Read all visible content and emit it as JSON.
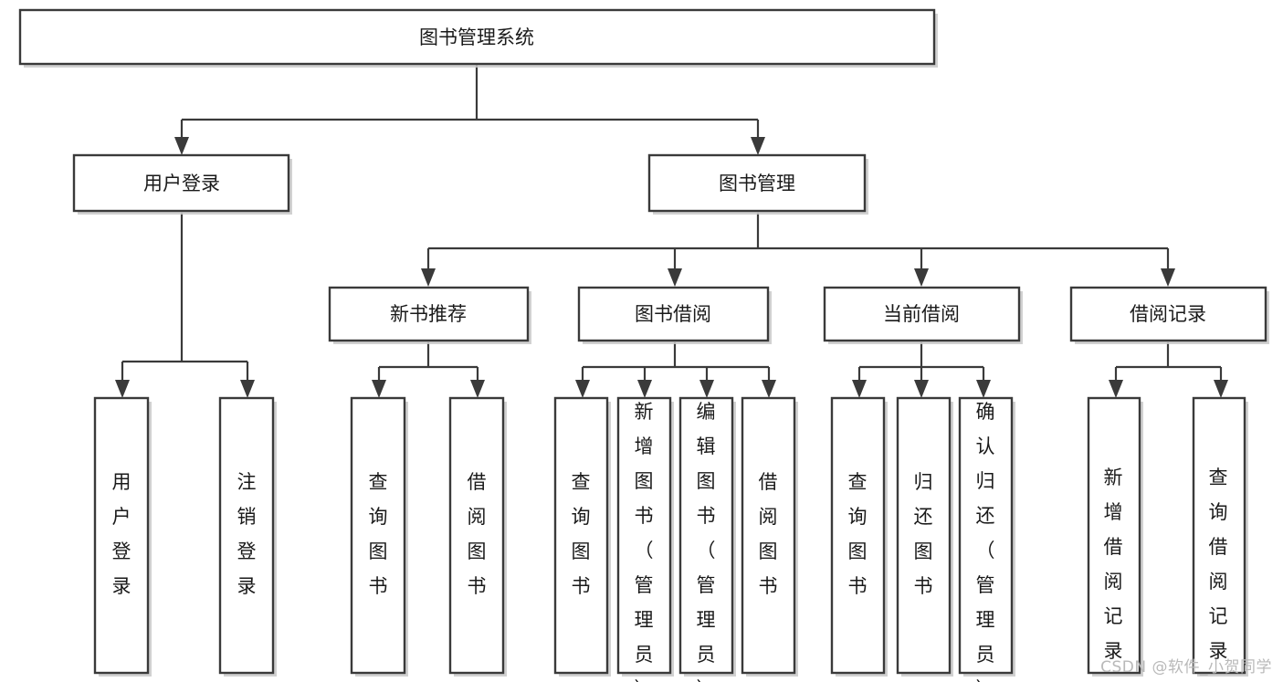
{
  "diagram": {
    "type": "tree-hierarchy",
    "title": "图书管理系统",
    "watermark": "CSDN @软件_小贺同学",
    "root": {
      "id": "root",
      "label": "图书管理系统",
      "orientation": "horizontal"
    },
    "level2": [
      {
        "id": "user-login",
        "label": "用户登录",
        "orientation": "horizontal"
      },
      {
        "id": "book-manage",
        "label": "图书管理",
        "orientation": "horizontal"
      }
    ],
    "level3": [
      {
        "id": "new-book-recommend",
        "label": "新书推荐",
        "orientation": "horizontal",
        "parent": "book-manage"
      },
      {
        "id": "book-borrow",
        "label": "图书借阅",
        "orientation": "horizontal",
        "parent": "book-manage"
      },
      {
        "id": "current-borrow",
        "label": "当前借阅",
        "orientation": "horizontal",
        "parent": "book-manage"
      },
      {
        "id": "borrow-record",
        "label": "借阅记录",
        "orientation": "horizontal",
        "parent": "book-manage"
      }
    ],
    "leaves": [
      {
        "id": "leaf-user-login",
        "label": "用户登录",
        "orientation": "vertical",
        "parent": "user-login"
      },
      {
        "id": "leaf-user-logout",
        "label": "注销登录",
        "orientation": "vertical",
        "parent": "user-login"
      },
      {
        "id": "leaf-query-book-1",
        "label": "查询图书",
        "orientation": "vertical",
        "parent": "new-book-recommend"
      },
      {
        "id": "leaf-borrow-book-1",
        "label": "借阅图书",
        "orientation": "vertical",
        "parent": "new-book-recommend"
      },
      {
        "id": "leaf-query-book-2",
        "label": "查询图书",
        "orientation": "vertical",
        "parent": "book-borrow"
      },
      {
        "id": "leaf-add-book",
        "label": "新增图书（管理员）",
        "orientation": "vertical",
        "parent": "book-borrow"
      },
      {
        "id": "leaf-edit-book",
        "label": "编辑图书（管理员）",
        "orientation": "vertical",
        "parent": "book-borrow"
      },
      {
        "id": "leaf-borrow-book-2",
        "label": "借阅图书",
        "orientation": "vertical",
        "parent": "book-borrow"
      },
      {
        "id": "leaf-query-book-3",
        "label": "查询图书",
        "orientation": "vertical",
        "parent": "current-borrow"
      },
      {
        "id": "leaf-return-book",
        "label": "归还图书",
        "orientation": "vertical",
        "parent": "current-borrow"
      },
      {
        "id": "leaf-confirm-return",
        "label": "确认归还（管理员）",
        "orientation": "vertical",
        "parent": "current-borrow"
      },
      {
        "id": "leaf-add-record",
        "label": "新增借阅记录",
        "orientation": "vertical",
        "parent": "borrow-record"
      },
      {
        "id": "leaf-query-record",
        "label": "查询借阅记录",
        "orientation": "vertical",
        "parent": "borrow-record"
      }
    ],
    "colors": {
      "box_fill": "#ffffff",
      "box_stroke": "#3a3a3a",
      "text": "#1a1a1a",
      "watermark": "#b9b9b9",
      "background": "#ffffff"
    }
  }
}
